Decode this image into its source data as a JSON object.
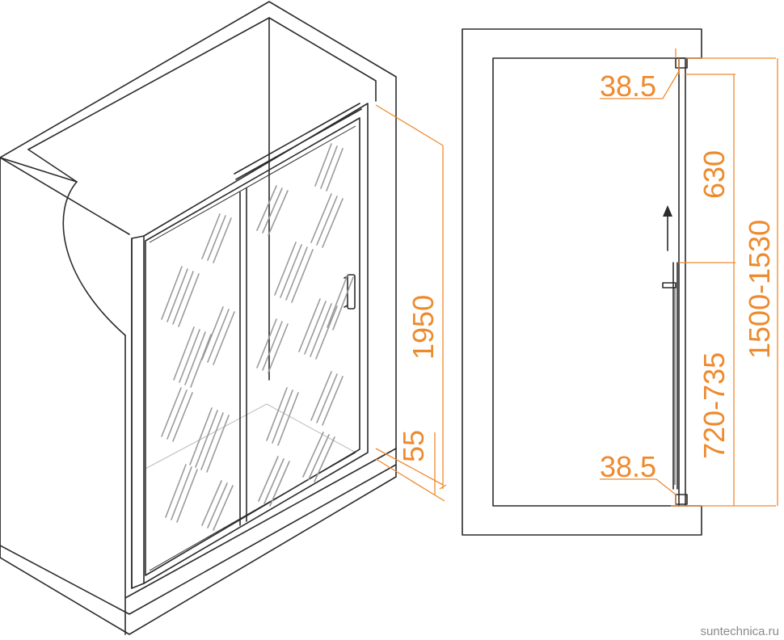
{
  "colors": {
    "dimension": "#ee8a2e",
    "outline": "#2b2b2b",
    "glass_streak": "#9a9a9a"
  },
  "dimensions": {
    "door_height": "1950",
    "bottom_gap": "55",
    "top_offset": "38.5",
    "bottom_offset": "38.5",
    "upper_section": "630",
    "lower_section": "720-735",
    "total_range": "1500-1530"
  },
  "watermark": "suntechnica.ru"
}
